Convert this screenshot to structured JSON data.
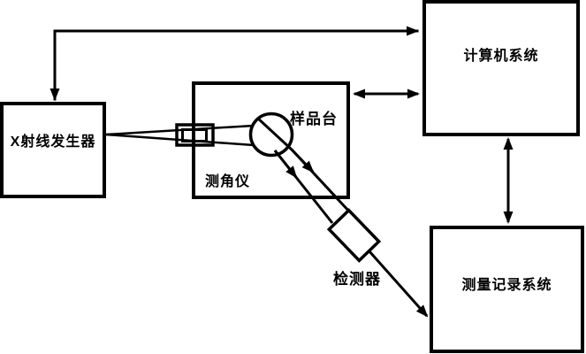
{
  "background_color": "#ffffff",
  "ink_color": "#000000",
  "nodes": {
    "xray_generator": {
      "label": "X射线发生器",
      "shape": "box"
    },
    "goniometer": {
      "label": "测角仪",
      "shape": "box"
    },
    "computer_system": {
      "label": "计算机系统",
      "shape": "box"
    },
    "measurement_recording_system": {
      "label": "测量记录系统",
      "shape": "box"
    },
    "sample_stage": {
      "label": "样品台",
      "shape": "circle"
    },
    "detector": {
      "label": "检测器",
      "shape": "rotated-rectangle"
    },
    "slit": {
      "label": "",
      "shape": "double-rectangle"
    }
  },
  "connections": [
    {
      "between": [
        "computer_system",
        "xray_generator"
      ],
      "style": "double-arrow",
      "route": "elbow-across-top"
    },
    {
      "between": [
        "goniometer",
        "computer_system"
      ],
      "style": "double-arrow",
      "route": "horizontal"
    },
    {
      "between": [
        "computer_system",
        "measurement_recording_system"
      ],
      "style": "double-arrow",
      "route": "vertical"
    },
    {
      "between": [
        "xray_generator",
        "sample_stage"
      ],
      "style": "beam",
      "route": "two-diverging-lines-through-slit"
    },
    {
      "between": [
        "sample_stage",
        "detector"
      ],
      "style": "beam",
      "route": "two-parallel-lines-with-mid-arrowheads"
    },
    {
      "between": [
        "detector",
        "measurement_recording_system"
      ],
      "style": "arrow",
      "route": "diagonal"
    }
  ]
}
